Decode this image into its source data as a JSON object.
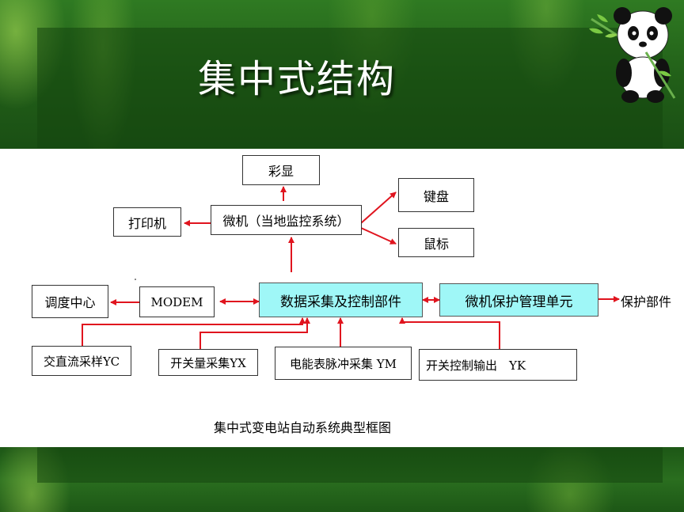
{
  "slide": {
    "title": "集中式结构"
  },
  "diagram": {
    "caption": "集中式变电站自动系统典型框图",
    "boxes": {
      "caixian": "彩显",
      "weiji": "微机（当地监控系统）",
      "dayinji": "打印机",
      "jianpan": "键盘",
      "shubiao": "鼠标",
      "diaodu": "调度中心",
      "modem": "MODEM",
      "shuju": "数据采集及控制部件",
      "baohu_guanli": "微机保护管理单元",
      "yc": "交直流采样YC",
      "yx": "开关量采集YX",
      "ym": "电能表脉冲采集 YM",
      "yk": "开关控制输出　YK"
    },
    "baohu_bujian": "保护部件",
    "colors": {
      "arrow": "#e0141e",
      "cyan_box": "#9ff7f7",
      "background_green": "#1f5a16"
    }
  },
  "icons": {
    "mascot": "panda-with-bamboo-icon"
  }
}
